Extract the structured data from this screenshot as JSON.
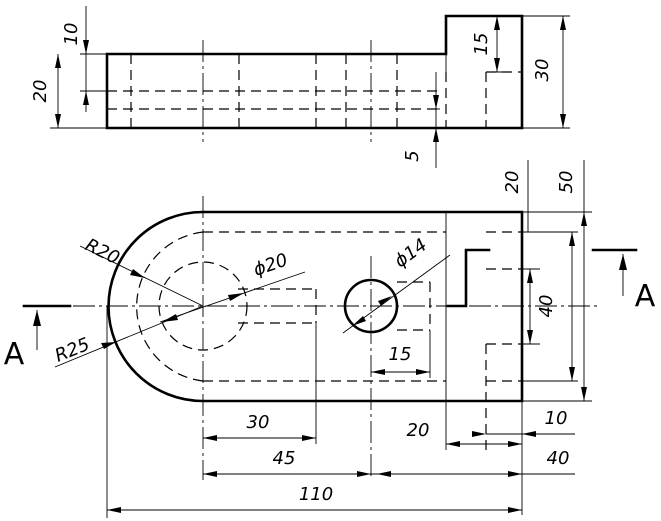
{
  "dimensions": {
    "top_10": "10",
    "top_20": "20",
    "top_15": "15",
    "top_30": "30",
    "top_5": "5",
    "r20": "R20",
    "r25": "R25",
    "phi20": "ϕ20",
    "phi14": "ϕ14",
    "d20_right": "20",
    "d50_right": "50",
    "d40_vertical": "40",
    "d15": "15",
    "d30": "30",
    "d45": "45",
    "d110": "110",
    "d20_bottom": "20",
    "d10_bottom": "10",
    "d40_bottom": "40"
  },
  "section": {
    "left_label": "A",
    "right_label": "A"
  }
}
